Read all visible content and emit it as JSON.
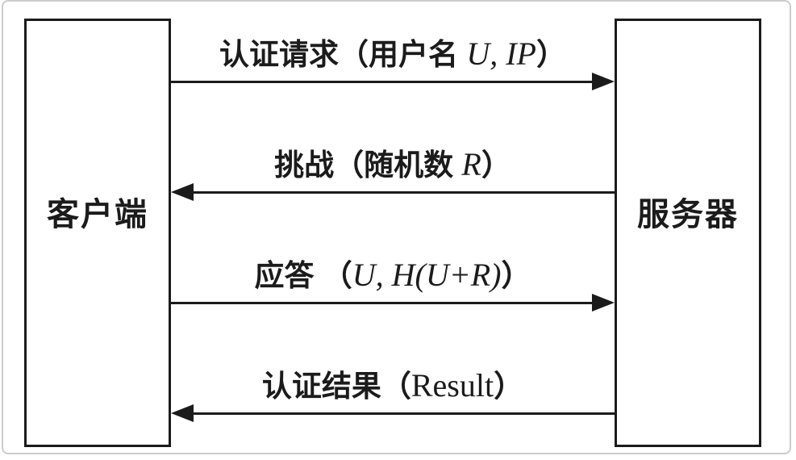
{
  "diagram": {
    "nodes": {
      "client": "客户端",
      "server": "服务器"
    },
    "messages": [
      {
        "direction": "right",
        "pre": "认证请求（用户名 ",
        "math": "U, IP",
        "post": "）"
      },
      {
        "direction": "left",
        "pre": "挑战（随机数 ",
        "math": "R",
        "post": "）"
      },
      {
        "direction": "right",
        "pre": "应答 （",
        "math": "U, H(U+R)",
        "post": "）"
      },
      {
        "direction": "left",
        "pre": "认证结果（",
        "math": "Result",
        "post": "）"
      }
    ],
    "colors": {
      "line": "#1b1b1b",
      "text": "#1b1b1b",
      "frame": "#cccccc",
      "background": "#ffffff"
    }
  }
}
